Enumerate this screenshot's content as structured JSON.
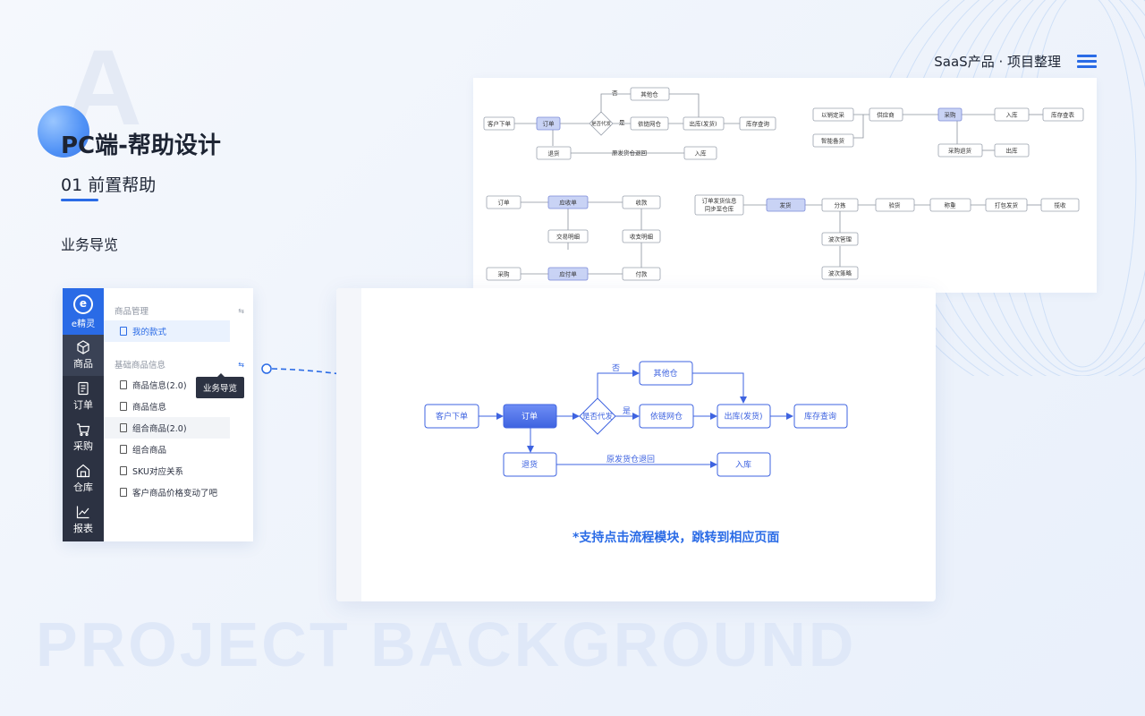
{
  "header": {
    "brand": "SaaS产品 · 项目整理",
    "title": "PC端-帮助设计",
    "section": "01 前置帮助",
    "subtitle": "业务导览",
    "bg_letter": "A",
    "watermark": "PROJECT BACKGROUND"
  },
  "colors": {
    "accent": "#2a6be6",
    "nav_bg": "#2c3242",
    "flow_blue": "#3e63e0"
  },
  "app": {
    "logo_label": "e精灵",
    "nav": [
      {
        "label": "商品",
        "icon": "cube-icon"
      },
      {
        "label": "订单",
        "icon": "order-icon"
      },
      {
        "label": "采购",
        "icon": "cart-icon"
      },
      {
        "label": "仓库",
        "icon": "warehouse-icon"
      },
      {
        "label": "报表",
        "icon": "chart-icon"
      }
    ],
    "groups": [
      {
        "title": "商品管理",
        "items": [
          "我的款式"
        ]
      },
      {
        "title": "基础商品信息",
        "items": [
          "商品信息(2.0)",
          "商品信息",
          "组合商品(2.0)",
          "组合商品",
          "SKU对应关系",
          "客户商品价格变动了吧"
        ]
      }
    ],
    "tooltip": "业务导览"
  },
  "overview": {
    "boxes": [
      "客户下单",
      "订单",
      "是否代发",
      "其他仓",
      "依链网仓",
      "出库(发货)",
      "库存查询",
      "退货",
      "入库",
      "以销定采",
      "智能备货",
      "供应商",
      "采购",
      "入库",
      "库存查表",
      "采购退货",
      "出库",
      "订单",
      "应收单",
      "收款",
      "交易明细",
      "收支明细",
      "采购",
      "应付单",
      "付款",
      "订单发货信息",
      "同步至仓库",
      "发货",
      "分拣",
      "验货",
      "称重",
      "打包发货",
      "揽收",
      "波次管理",
      "波次策略"
    ],
    "labels": [
      "否",
      "是",
      "原发货仓退回"
    ]
  },
  "flow": {
    "boxes": [
      "客户下单",
      "订单",
      "是否代发",
      "其他仓",
      "依链网仓",
      "出库(发货)",
      "库存查询",
      "退货",
      "入库"
    ],
    "labels": {
      "no": "否",
      "yes": "是",
      "return": "原发货仓退回"
    },
    "note": "*支持点击流程模块，跳转到相应页面"
  }
}
